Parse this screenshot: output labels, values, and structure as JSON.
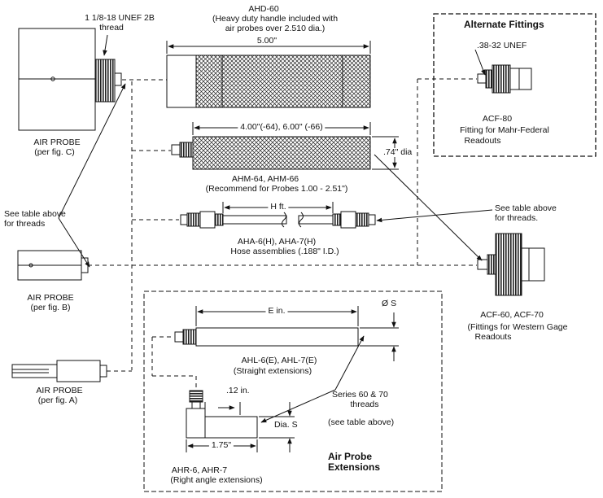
{
  "alternate_fittings": {
    "title": "Alternate Fittings",
    "thread": ".38-32 UNEF",
    "part": "ACF-80",
    "desc1": "Fitting for Mahr-Federal",
    "desc2": "Readouts"
  },
  "handle": {
    "part": "AHD-60",
    "note1": "(Heavy duty handle included with",
    "note2": "air probes over 2.510 dia.)",
    "length": "5.00\""
  },
  "probe_c": {
    "thread1": "1 1/8-18 UNEF 2B",
    "thread2": "thread",
    "label1": "AIR PROBE",
    "label2": "(per fig. C)"
  },
  "extension_m": {
    "length": "4.00\"(-64), 6.00\" (-66)",
    "dia": ".74\" dia",
    "part": "AHM-64, AHM-66",
    "note": "(Recommend for Probes 1.00 - 2.51\")"
  },
  "threads_note_left": {
    "line1": "See table above",
    "line2": "for threads"
  },
  "threads_note_right": {
    "line1": "See table above",
    "line2": "for threads."
  },
  "hose": {
    "length": "H ft.",
    "part": "AHA-6(H), AHA-7(H)",
    "note": "Hose assemblies (.188\" I.D.)"
  },
  "probe_b": {
    "label1": "AIR PROBE",
    "label2": "(per fig. B)"
  },
  "acf60": {
    "part": "ACF-60, ACF-70",
    "note1": "(Fittings for Western Gage",
    "note2": "Readouts"
  },
  "straight_ext": {
    "length": "E in.",
    "dia": "Ø S",
    "part": "AHL-6(E), AHL-7(E)",
    "note": "(Straight extensions)"
  },
  "series_note": {
    "line1": "Series 60 & 70",
    "line2": "threads",
    "line3": "(see table above)"
  },
  "probe_a": {
    "label1": "AIR PROBE",
    "label2": "(per fig. A)"
  },
  "right_angle": {
    "dim_top": ".12 in.",
    "dia": "Dia. S",
    "length": "1.75\"",
    "part": "AHR-6, AHR-7",
    "note": "(Right angle extensions)"
  },
  "extensions_box": {
    "title1": "Air Probe",
    "title2": "Extensions"
  }
}
